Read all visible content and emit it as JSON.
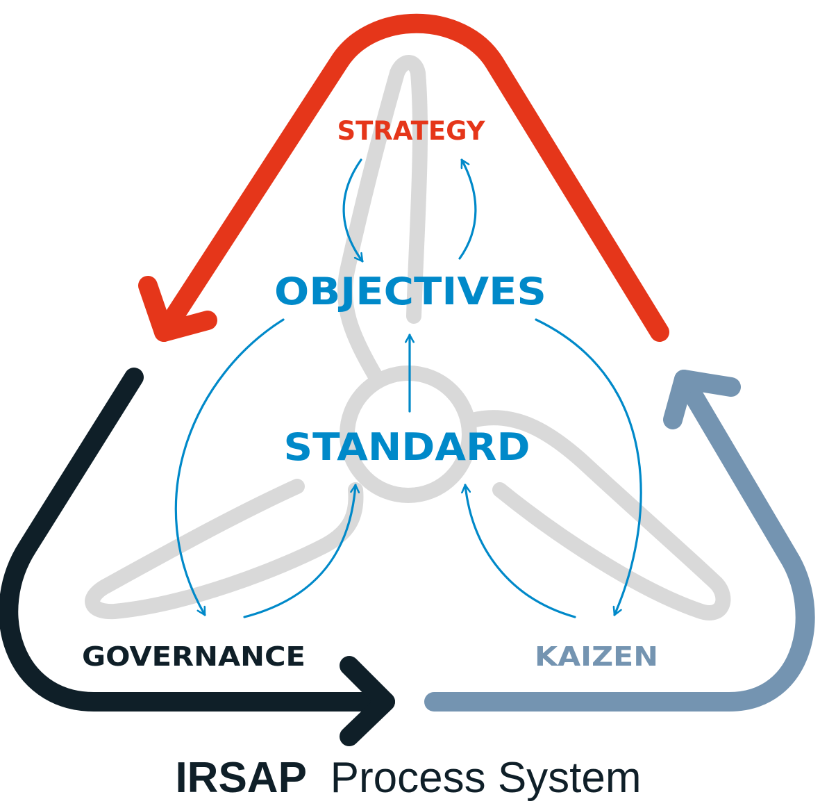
{
  "labels": {
    "strategy": "STRATEGY",
    "objectives": "OBJECTIVES",
    "standard": "STANDARD",
    "governance": "GOVERNANCE",
    "kaizen": "KAIZEN"
  },
  "caption": {
    "bold": "IRSAP",
    "regular": "Process System"
  },
  "colors": {
    "strategy": "#e5361a",
    "blue": "#0089c9",
    "governance": "#0f1f28",
    "kaizen": "#7494b1",
    "propeller": "#d9d9d9"
  }
}
